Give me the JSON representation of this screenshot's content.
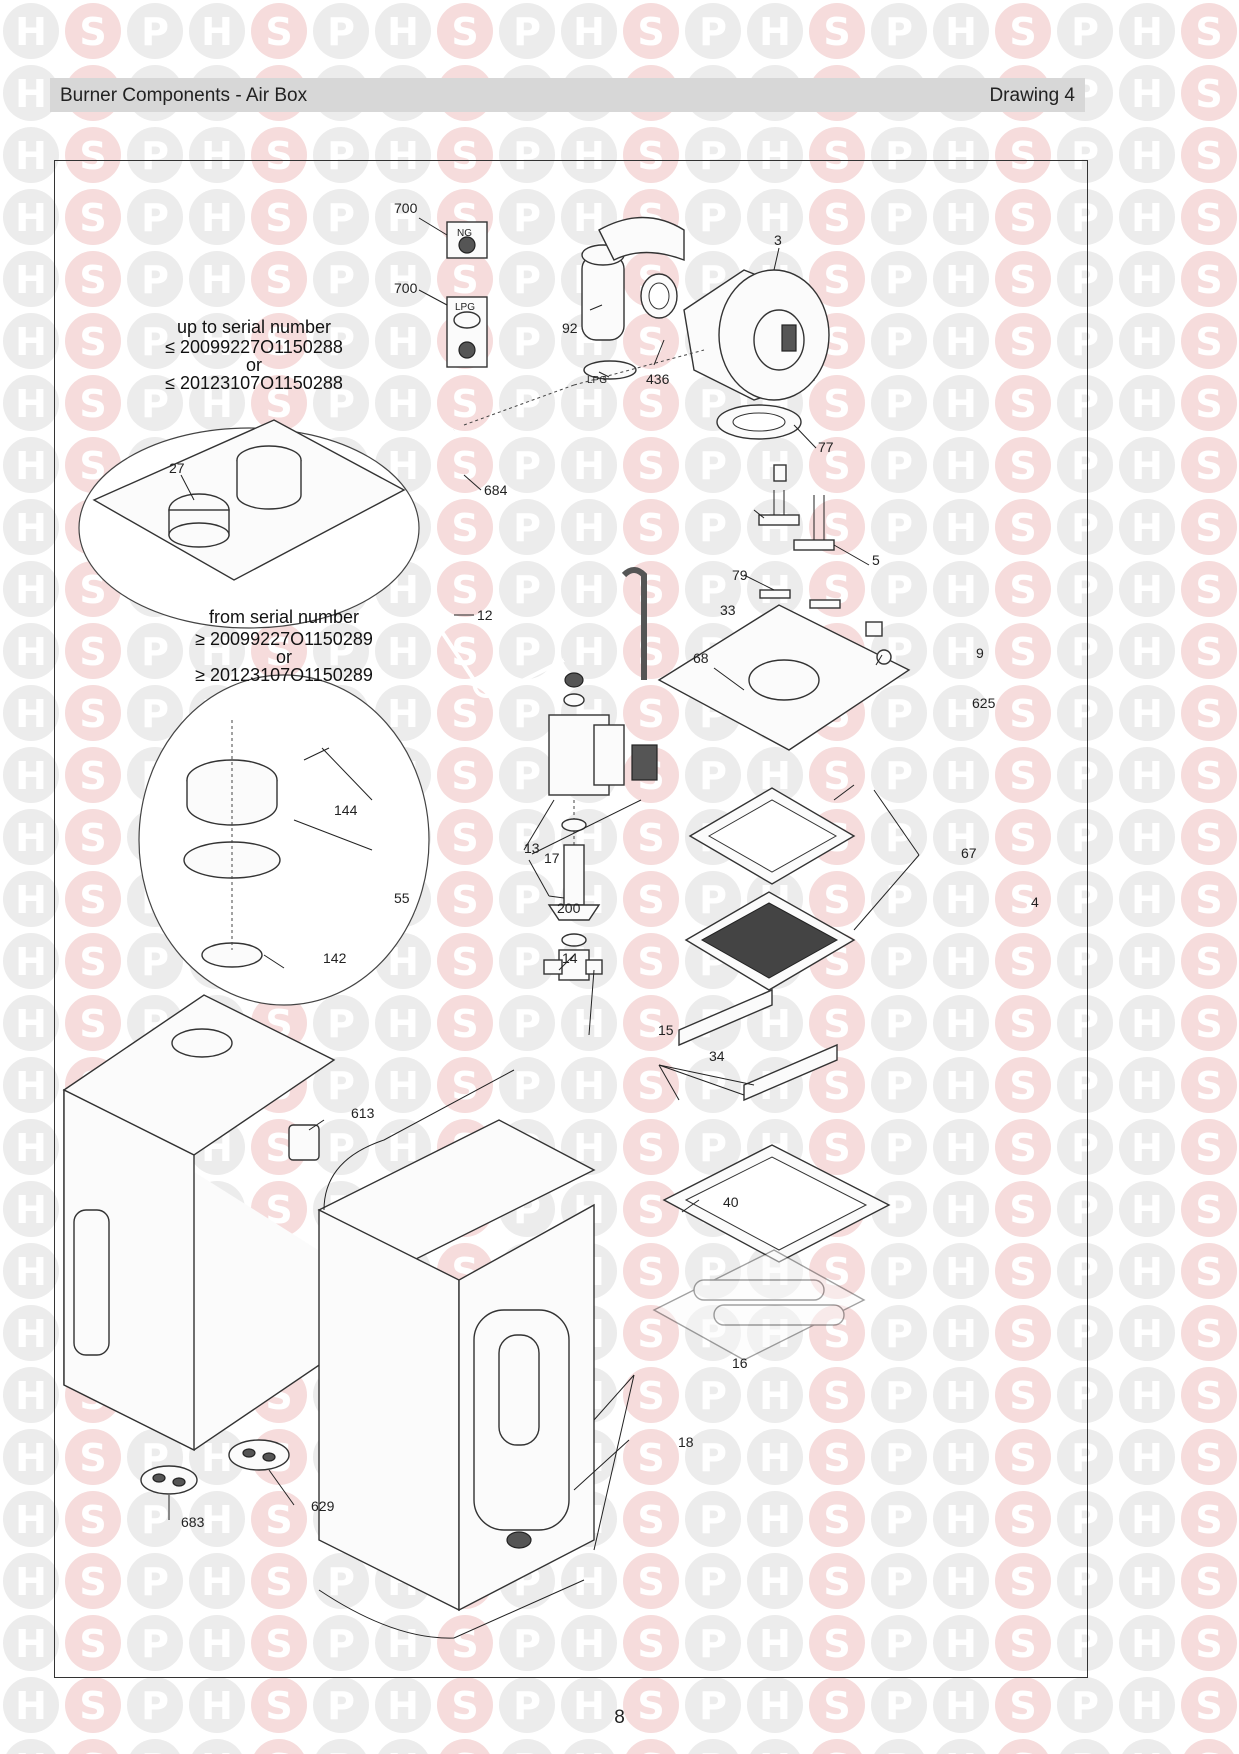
{
  "header": {
    "title": "Burner Components - Air Box",
    "drawing": "Drawing 4"
  },
  "watermark": {
    "letters": [
      "H",
      "S",
      "P"
    ],
    "colors": [
      "#ececec",
      "#f6dcdc",
      "#ececec"
    ]
  },
  "notes": {
    "upto": {
      "line1": "up to serial number",
      "serial1": "≤ 20099227O1150288",
      "or": "or",
      "serial2": "≤ 20123107O1150288"
    },
    "from": {
      "line1": "from serial number",
      "serial1": "≥ 20099227O1150289",
      "or": "or",
      "serial2": "≥ 20123107O1150289"
    }
  },
  "parts": {
    "p700a": "700",
    "ng": "NG",
    "p700b": "700",
    "lpg_box": "LPG",
    "p92": "92",
    "lpg_ring": "LPG",
    "p436": "436",
    "p3": "3",
    "p77": "77",
    "p684": "684",
    "p27": "27",
    "p12": "12",
    "p79": "79",
    "p5": "5",
    "p33": "33",
    "p68": "68",
    "p9": "9",
    "p625": "625",
    "p144": "144",
    "p55": "55",
    "p13": "13",
    "p17": "17",
    "p67": "67",
    "p4": "4",
    "p200": "200",
    "p142": "142",
    "p14": "14",
    "p15": "15",
    "p34": "34",
    "p613": "613",
    "p40": "40",
    "p16": "16",
    "p18": "18",
    "p683": "683",
    "p629": "629"
  },
  "page_number": "8"
}
